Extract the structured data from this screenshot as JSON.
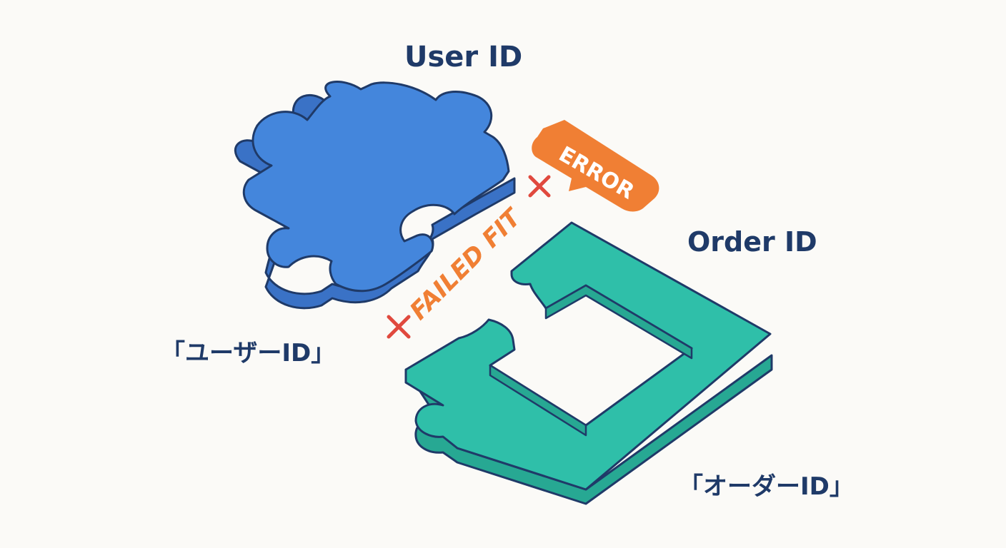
{
  "labels": {
    "user_id": "User ID",
    "order_id": "Order ID",
    "user_id_jp": "「ユーザーID」",
    "order_id_jp": "「オーダーID」"
  },
  "callout": {
    "error_text": "ERROR",
    "failed_fit_text": "FAILED FIT"
  },
  "colors": {
    "user_piece_top": "#4486dc",
    "user_piece_side": "#3a72c6",
    "order_piece_top": "#2fbfa9",
    "order_piece_side": "#27a893",
    "outline": "#1f3a68",
    "error_orange": "#f07f34",
    "cross_red": "#e0493e",
    "label_navy": "#1f3a68"
  },
  "icons": [
    "cross-mark-icon",
    "cross-mark-icon"
  ]
}
